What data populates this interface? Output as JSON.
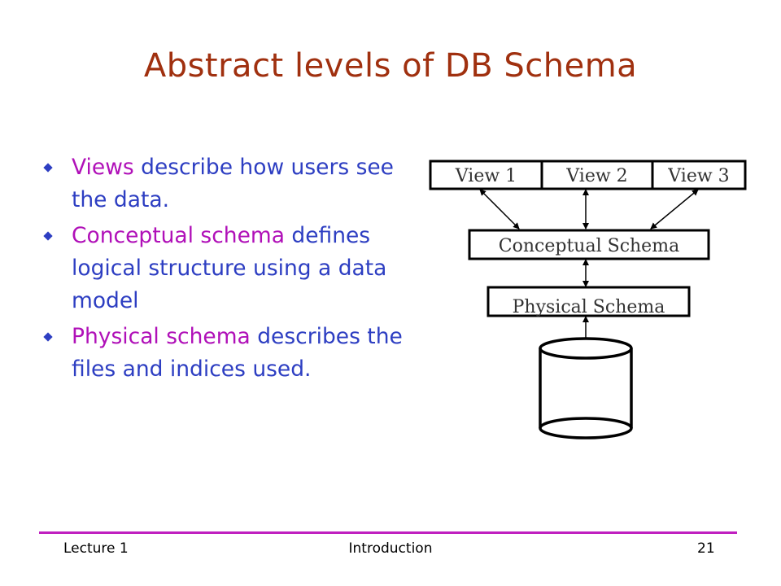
{
  "slide": {
    "title": "Abstract levels of DB Schema",
    "bullets": [
      {
        "term": "Views",
        "rest": " describe how users see the data."
      },
      {
        "term": "Conceptual schema",
        "rest": " defines logical structure using a data model"
      },
      {
        "term": "Physical schema",
        "rest": " describes the files and indices used."
      }
    ],
    "diagram": {
      "views": [
        "View 1",
        "View 2",
        "View 3"
      ],
      "conceptual": "Conceptual Schema",
      "physical": "Physical Schema"
    },
    "footer": {
      "left": "Lecture 1",
      "center": "Introduction",
      "right": "21"
    }
  },
  "colors": {
    "title": "#a0300f",
    "body": "#2d3ec2",
    "term": "#b010b8",
    "rule": "#c020c0"
  }
}
